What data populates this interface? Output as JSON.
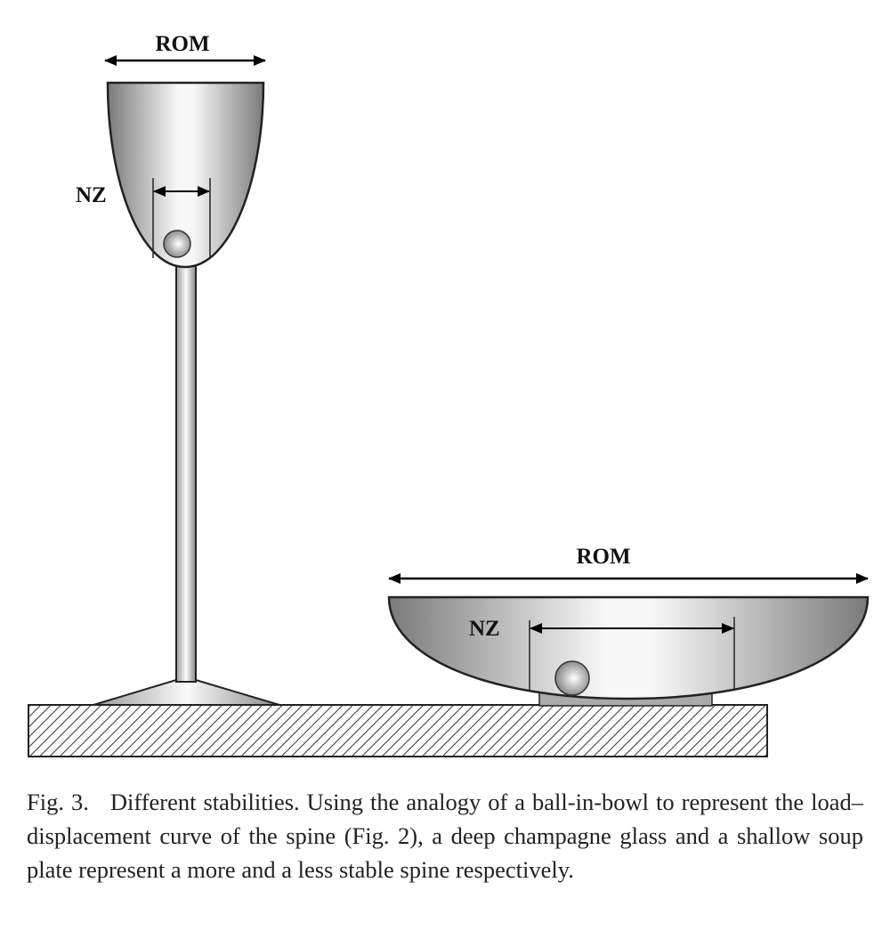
{
  "figure": {
    "glass": {
      "rom_label": "ROM",
      "nz_label": "NZ"
    },
    "plate": {
      "rom_label": "ROM",
      "nz_label": "NZ"
    },
    "caption": {
      "number": "Fig. 3.",
      "text": "Different stabilities. Using the analogy of a ball-in-bowl to represent the load–displacement curve of the spine (Fig. 2), a deep champagne glass and a shallow soup plate represent a more and a less stable spine respectively."
    }
  }
}
